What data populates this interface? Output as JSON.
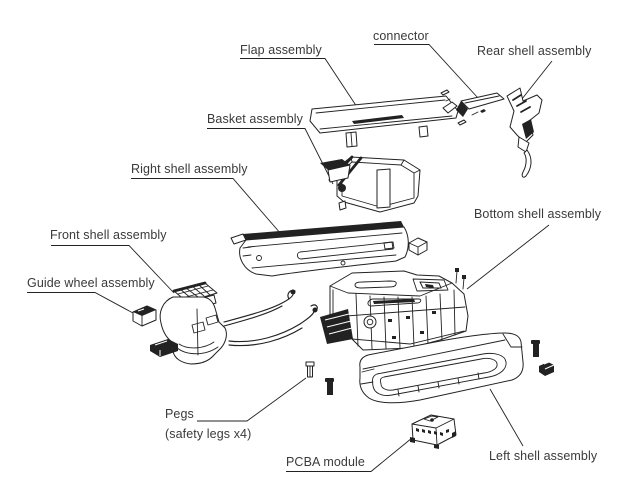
{
  "figure": {
    "type": "exploded-view-parts-diagram",
    "description": "Exploded view of device showing shell assemblies and internal modules"
  },
  "colors": {
    "line": "#222222",
    "text": "#3a3a3a",
    "background": "#ffffff"
  },
  "labels": {
    "flap": {
      "text": "Flap assembly"
    },
    "connector": {
      "text": "connector"
    },
    "rear_shell": {
      "text": "Rear shell assembly"
    },
    "basket": {
      "text": "Basket assembly"
    },
    "right_shell": {
      "text": "Right shell assembly"
    },
    "bottom_shell": {
      "text": "Bottom shell assembly"
    },
    "front_shell": {
      "text": "Front shell assembly"
    },
    "guide_wheel": {
      "text": "Guide wheel assembly"
    },
    "pegs": {
      "text": "Pegs",
      "subtext": "(safety legs x4)"
    },
    "pcba": {
      "text": "PCBA module"
    },
    "left_shell": {
      "text": "Left shell assembly"
    }
  }
}
